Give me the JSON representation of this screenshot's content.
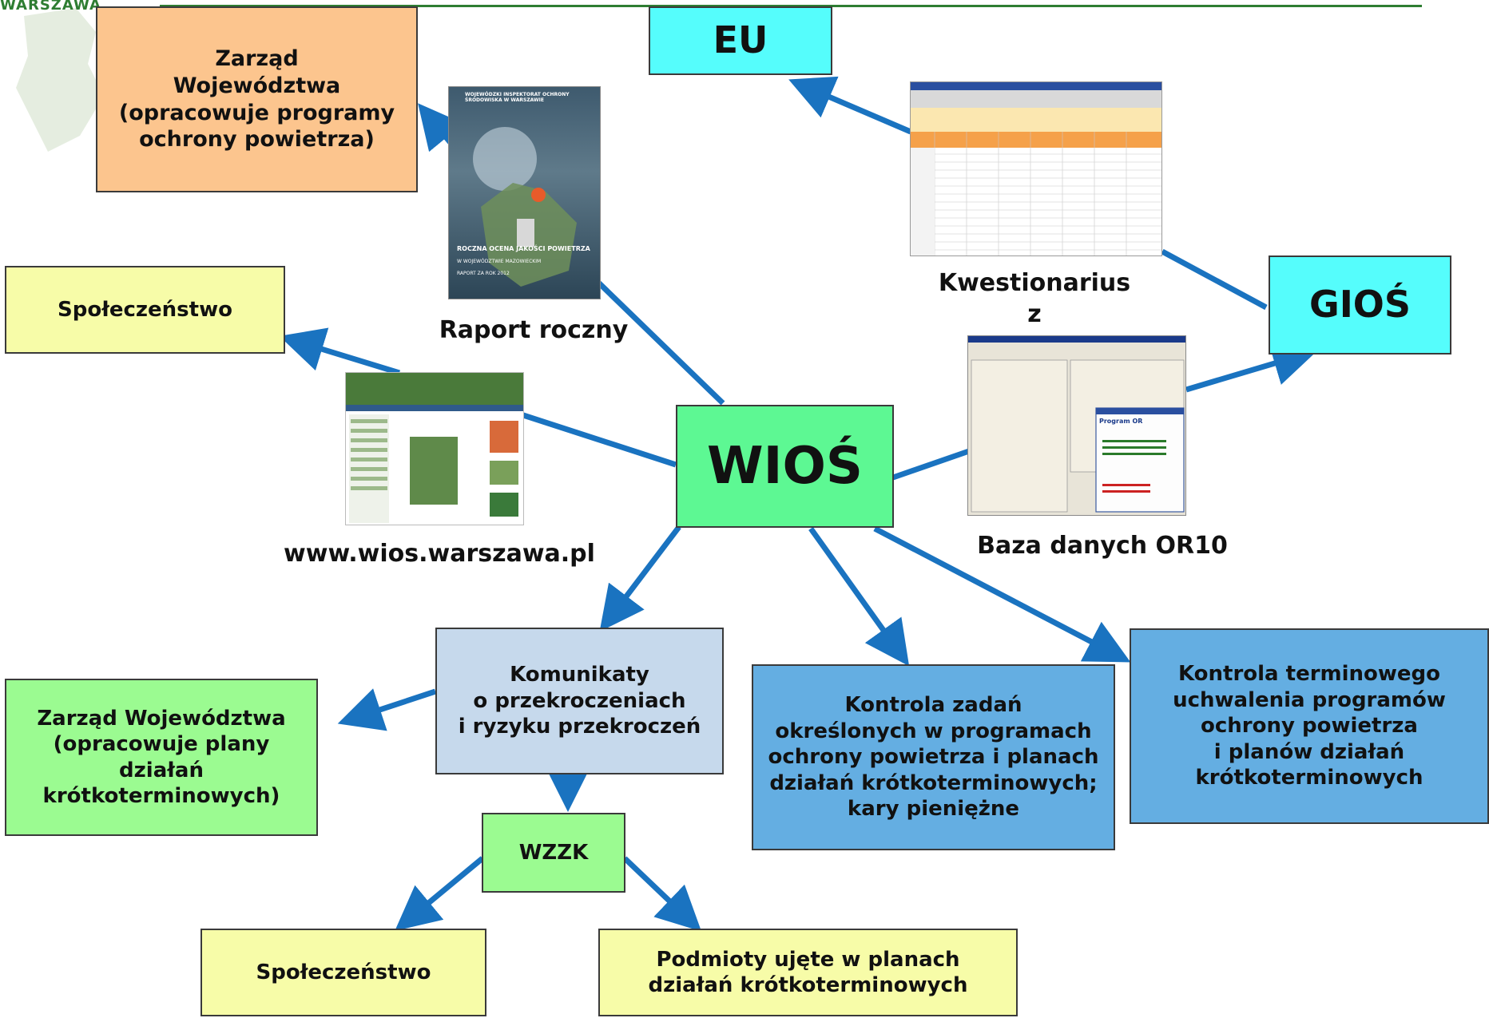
{
  "logo": {
    "text": "WARSZAWA"
  },
  "colors": {
    "orange": "#fcc58e",
    "cyan": "#55fdfc",
    "green": "#5df893",
    "lightGreen": "#9bfb91",
    "lightYellow": "#f7fca8",
    "lightBlue": "#c6d9ec",
    "blue": "#64aee2",
    "arrow": "#1a73c0"
  },
  "nodes": {
    "zarzad_top": [
      "Zarząd",
      "Województwa",
      "(opracowuje programy",
      "ochrony powietrza)"
    ],
    "eu": "EU",
    "gios": "GIOŚ",
    "wios": "WIOŚ",
    "spoleczenstwo_top": "Społeczeństwo",
    "komunikaty": [
      "Komunikaty",
      "o przekroczeniach",
      "i ryzyku przekroczeń"
    ],
    "zarzad_left": [
      "Zarząd Województwa",
      "(opracowuje plany",
      "działań",
      "krótkoterminowych)"
    ],
    "wzzk": "WZZK",
    "spoleczenstwo_bottom": "Społeczeństwo",
    "podmioty": [
      "Podmioty ujęte w planach",
      "działań krótkoterminowych"
    ],
    "kontrola_zadan": [
      "Kontrola zadań",
      "określonych w programach",
      "ochrony powietrza i planach",
      "działań krótkoterminowych;",
      "kary pieniężne"
    ],
    "kontrola_term": [
      "Kontrola terminowego",
      "uchwalenia programów",
      "ochrony powietrza",
      "i planów działań",
      "krótkoterminowych"
    ]
  },
  "labels": {
    "raport": "Raport roczny",
    "kwestionariusz": [
      "Kwestionarius",
      "z"
    ],
    "www": "www.wios.warszawa.pl",
    "baza": "Baza danych OR10"
  },
  "thumbs": {
    "raport": {
      "header": "WOJEWÓDZKI INSPEKTORAT OCHRONY ŚRODOWISKA W WARSZAWIE",
      "title": "ROCZNA OCENA JAKOŚCI POWIETRZA",
      "subtitle": "W WOJEWÓDZTWIE MAZOWIECKIM",
      "year": "RAPORT ZA ROK 2012"
    },
    "or10": {
      "title": "Program OR"
    }
  }
}
